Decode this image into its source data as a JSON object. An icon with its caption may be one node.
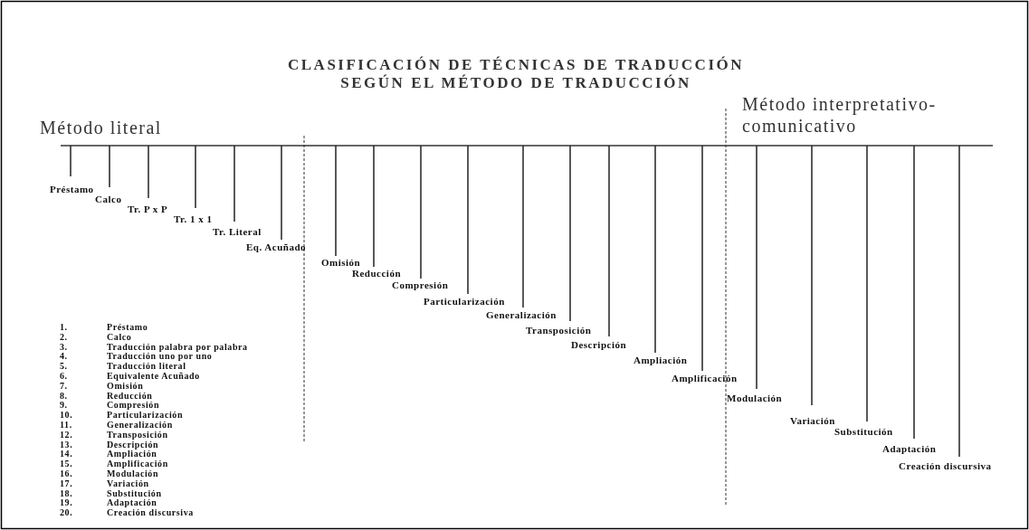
{
  "diagram": {
    "title": "CLASIFICACIÓN DE TÉCNICAS DE TRADUCCIÓN SEGÚN EL MÉTODO DE TRADUCCIÓN",
    "labels": [
      "Método literal",
      "Método interpretativo-comunicativo",
      "Préstamo",
      "Calco",
      "Tr. P x P",
      "Tr. 1 x 1",
      "Tr. Literal",
      "Eq. Acuñado",
      "Omisión",
      "Reducción",
      "Compresión",
      "Particularización",
      "Generalización",
      "Transposición",
      "Descripción",
      "Ampliación",
      "Amplificación",
      "Modulación",
      "Variación",
      "Substitución",
      "Adaptación",
      "Creación discursiva",
      "1.",
      "Préstamo",
      "2.",
      "Calco",
      "3.",
      "Traducción palabra por palabra",
      "4.",
      "Traducción uno por uno",
      "5.",
      "Traducción literal",
      "6.",
      "Equivalente Acuñado",
      "7.",
      "Omisión",
      "8.",
      "Reducción",
      "9.",
      "Compresión",
      "10.",
      "Particularización",
      "11.",
      "Generalización",
      "12.",
      "Transposición",
      "13.",
      "Descripción",
      "14.",
      "Ampliación",
      "15.",
      "Amplificación",
      "16.",
      "Modulación",
      "17.",
      "Variación",
      "18.",
      "Substitución",
      "19.",
      "Adaptación",
      "20.",
      "Creación discursiva"
    ]
  }
}
